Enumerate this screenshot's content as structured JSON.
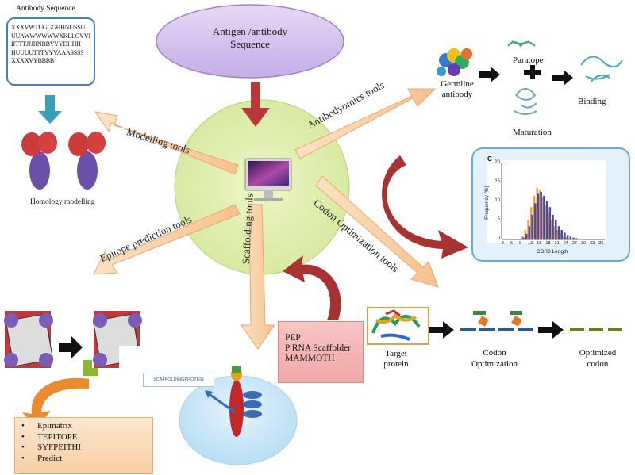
{
  "top_ellipse": {
    "line1": "Antigen /antibody",
    "line2": "Sequence"
  },
  "antibody_sequence": {
    "title": "Antibody Sequence",
    "lines": [
      "XXXVWTUGGGHHNUSSU",
      "UUAWWWWWWXKLLOVVI",
      "IITTTJJJRNRBYYYDHHH",
      "HUUUUTTTYYYAAASSSS",
      "XXXXVYBBBB"
    ]
  },
  "homology_label": "Homology modelling",
  "tools": {
    "modelling": "Modelling tools",
    "antibodyomics": "Antibodyomics tools",
    "epitope": "Epitope prediction tools",
    "scaffolding": "Scaffolding tools",
    "codon": "Codon Optimization tools"
  },
  "antibody_pipeline": {
    "germline": "Germline antibody",
    "paratope": "Paratope",
    "maturation": "Maturation",
    "binding": "Binding"
  },
  "histogram": {
    "panel_letter": "C",
    "ylabel": "Frequency (%)",
    "xlabel": "CDR3 Length",
    "colors": {
      "orange": "#f0a040",
      "blue": "#4a4aa8"
    }
  },
  "chart_data": {
    "type": "bar",
    "title": "",
    "xlabel": "CDR3 Length",
    "ylabel": "Frequency (%)",
    "ylim": [
      0,
      20
    ],
    "y_ticks": [
      "0",
      "5",
      "10",
      "15",
      "20"
    ],
    "x_ticks": [
      "3",
      "6",
      "9",
      "12",
      "15",
      "18",
      "21",
      "24",
      "27",
      "30",
      "33",
      "36"
    ],
    "x": [
      8,
      9,
      10,
      11,
      12,
      13,
      14,
      15,
      16,
      17,
      18,
      19,
      20,
      21,
      22,
      23,
      24,
      25,
      26,
      27,
      28,
      29
    ],
    "series": [
      {
        "values": [
          0.2,
          0.8,
          2.5,
          5,
          8.5,
          11.5,
          13.5,
          13,
          11,
          9,
          7,
          5,
          3.5,
          2.5,
          1.5,
          1,
          0.6,
          0.3,
          0.2,
          0.1,
          0,
          0
        ]
      },
      {
        "values": [
          0.1,
          0.5,
          1.5,
          3.5,
          6.5,
          9.5,
          12,
          12.5,
          11.5,
          10,
          8.5,
          6.5,
          5,
          3.5,
          2.5,
          1.8,
          1.2,
          0.8,
          0.5,
          0.3,
          0.2,
          0.1
        ]
      }
    ]
  },
  "scaffold_list": {
    "line1": "PEP",
    "line2": "P RNA Scaffolder",
    "line3": "MAMMOTH"
  },
  "target_protein": {
    "line1": "Target",
    "line2": "protein"
  },
  "codon_opt": {
    "line1": "Codon",
    "line2": "Optimization"
  },
  "optimized_codon": {
    "line1": "Optimized",
    "line2": "codon"
  },
  "scaffolding_protein_label": "SCAFFOLDINGPROTEIN",
  "epitope_tools": [
    "Epimatrix",
    "TEPITOPE",
    "SYFPEITHI",
    "Predict"
  ]
}
